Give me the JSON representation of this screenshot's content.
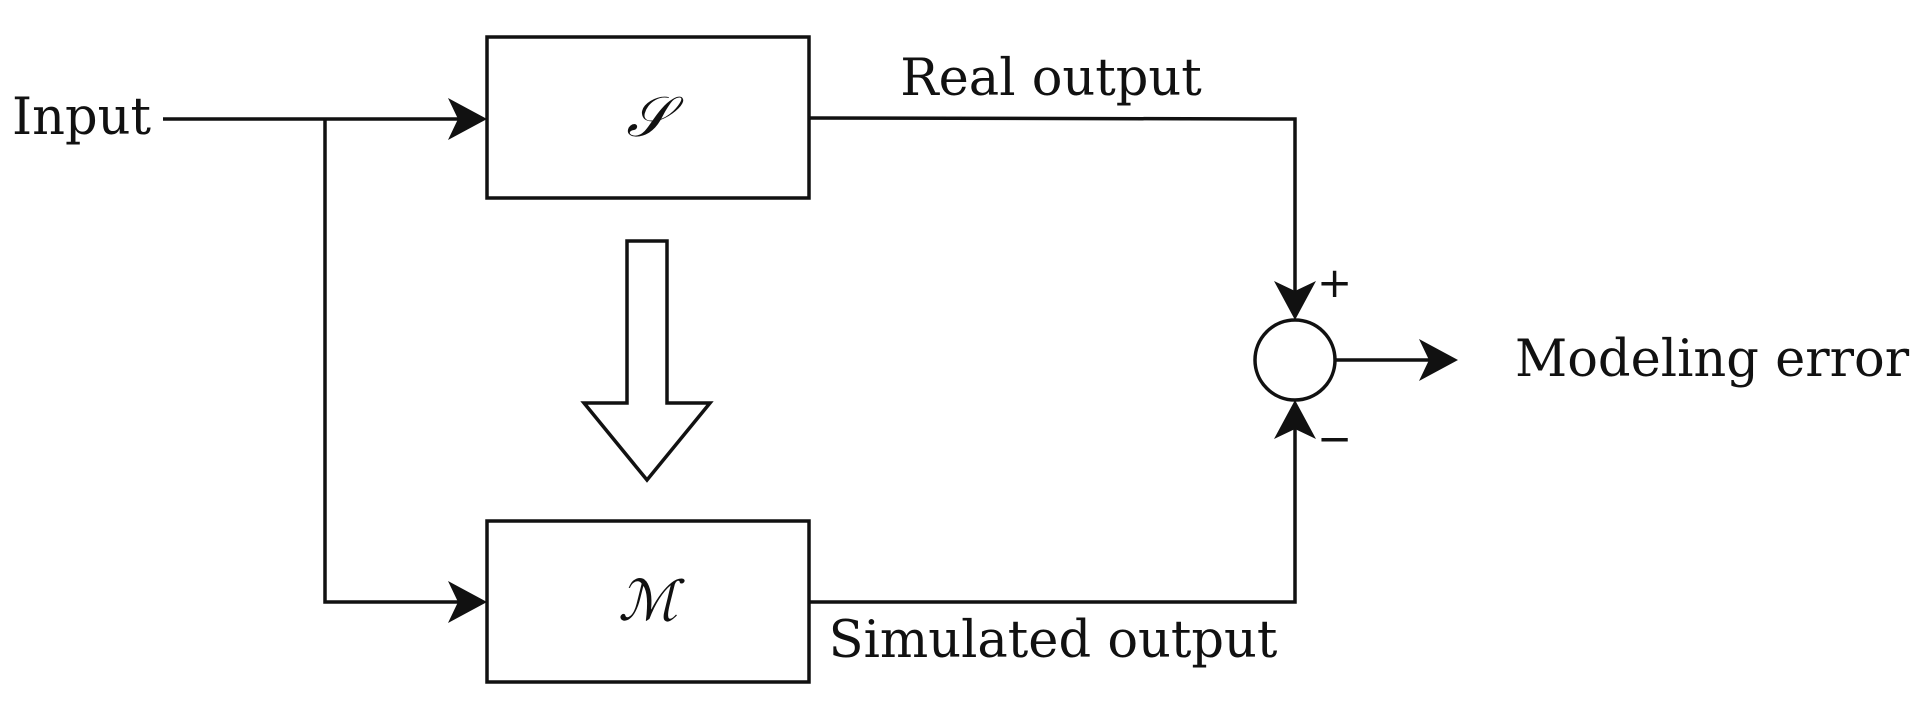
{
  "diagram": {
    "input_label": "Input",
    "system_block": {
      "symbol": "𝒮"
    },
    "model_block": {
      "symbol": "ℳ"
    },
    "real_output_label": "Real output",
    "simulated_output_label": "Simulated output",
    "summing_junction": {
      "plus_sign": "+",
      "minus_sign": "−"
    },
    "output_label": "Modeling error"
  }
}
